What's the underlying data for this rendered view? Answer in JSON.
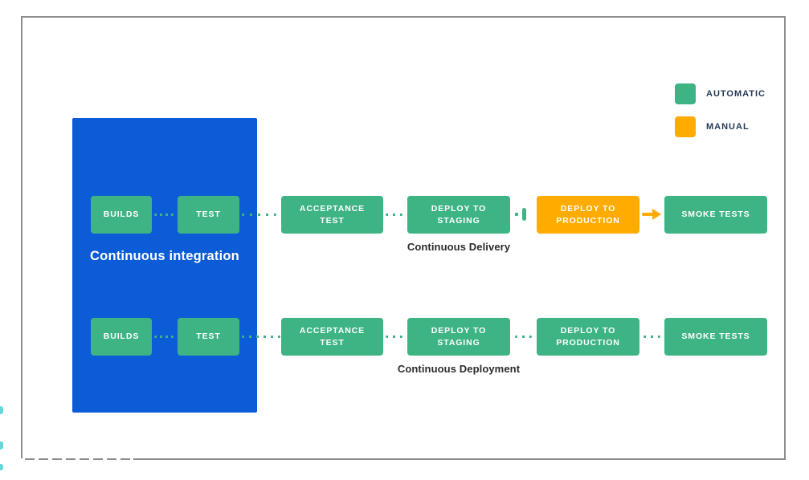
{
  "legend": {
    "items": [
      {
        "label": "AUTOMATIC",
        "type": "automatic",
        "color": "#3EB485"
      },
      {
        "label": "MANUAL",
        "type": "manual",
        "color": "#FFAB00"
      }
    ]
  },
  "ci_group": {
    "label": "Continuous integration"
  },
  "pipelines": [
    {
      "caption": "Continuous Delivery",
      "steps": [
        {
          "label": "BUILDS",
          "mode": "automatic"
        },
        {
          "label": "TEST",
          "mode": "automatic"
        },
        {
          "label": "ACCEPTANCE TEST",
          "mode": "automatic"
        },
        {
          "label": "DEPLOY TO STAGING",
          "mode": "automatic"
        },
        {
          "label": "DEPLOY TO PRODUCTION",
          "mode": "manual"
        },
        {
          "label": "SMOKE TESTS",
          "mode": "automatic"
        }
      ]
    },
    {
      "caption": "Continuous Deployment",
      "steps": [
        {
          "label": "BUILDS",
          "mode": "automatic"
        },
        {
          "label": "TEST",
          "mode": "automatic"
        },
        {
          "label": "ACCEPTANCE TEST",
          "mode": "automatic"
        },
        {
          "label": "DEPLOY TO STAGING",
          "mode": "automatic"
        },
        {
          "label": "DEPLOY TO PRODUCTION",
          "mode": "automatic"
        },
        {
          "label": "SMOKE TESTS",
          "mode": "automatic"
        }
      ]
    }
  ],
  "colors": {
    "automatic": "#3EB485",
    "manual": "#FFAB00",
    "ci_background": "#0B5CD6",
    "legend_text": "#253858",
    "caption_text": "#2b2b2b",
    "frame_border": "#8d8d8d"
  }
}
